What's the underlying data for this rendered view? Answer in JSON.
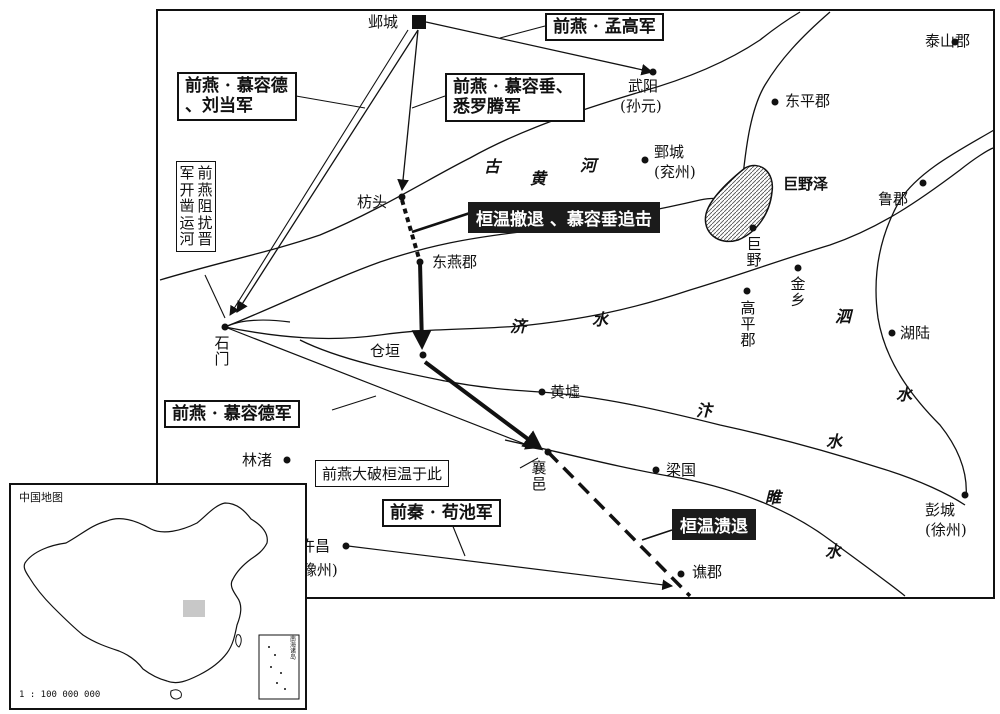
{
  "cities": {
    "yecheng": "邺城",
    "wuyang": "武阳",
    "wuyang_note": "(孙元)",
    "taishan": "泰山郡",
    "dongping": "东平郡",
    "juancheng": "鄄城",
    "juancheng_note": "(兖州)",
    "fangtou": "枋头",
    "dongyan": "东燕郡",
    "juye": "巨野",
    "jinxiang": "金乡",
    "gaoping": "高平郡",
    "lujun": "鲁郡",
    "hulu": "湖陆",
    "shimen": "石门",
    "cangyuan": "仓垣",
    "huangxu": "黄墟",
    "linzhu": "林渚",
    "xiangyi": "襄邑",
    "liangguo": "梁国",
    "pengcheng": "彭城",
    "pengcheng_note": "(徐州)",
    "xuchang": "许昌",
    "xuchang_note": "(豫州)",
    "qiaojun": "谯郡"
  },
  "lakes": {
    "juyeze": "巨野泽"
  },
  "rivers": {
    "gu": "古",
    "huang": "黄",
    "he": "河",
    "ji": "济",
    "shui1": "水",
    "si": "泗",
    "shui2": "水",
    "bian": "汴",
    "shui3": "水",
    "sui": "睢",
    "shui4": "水"
  },
  "boxes": {
    "menggao": "前燕 · 孟高军",
    "murongde_liudang": "前燕 · 慕容德 、刘当军",
    "murongchui": "前燕 · 慕容垂、悉罗腾军",
    "murongde": "前燕 · 慕容德军",
    "gouchi": "前秦 · 苟池军",
    "defeat_here": "前燕大破桓温于此",
    "blocking_col1": "前燕阻扰晋",
    "blocking_col2": "军开凿运河"
  },
  "dark_boxes": {
    "retreat": "桓温撤退 、慕容垂追击",
    "rout": "桓温溃退"
  },
  "inset": {
    "title": "中国地图",
    "scale": "1 : 100 000 000",
    "sea_label": "南海诸岛"
  },
  "colors": {
    "ink": "#111111",
    "paper": "#ffffff",
    "label_bg": "#1b1b1b",
    "highlight": "#c8c8c8"
  }
}
